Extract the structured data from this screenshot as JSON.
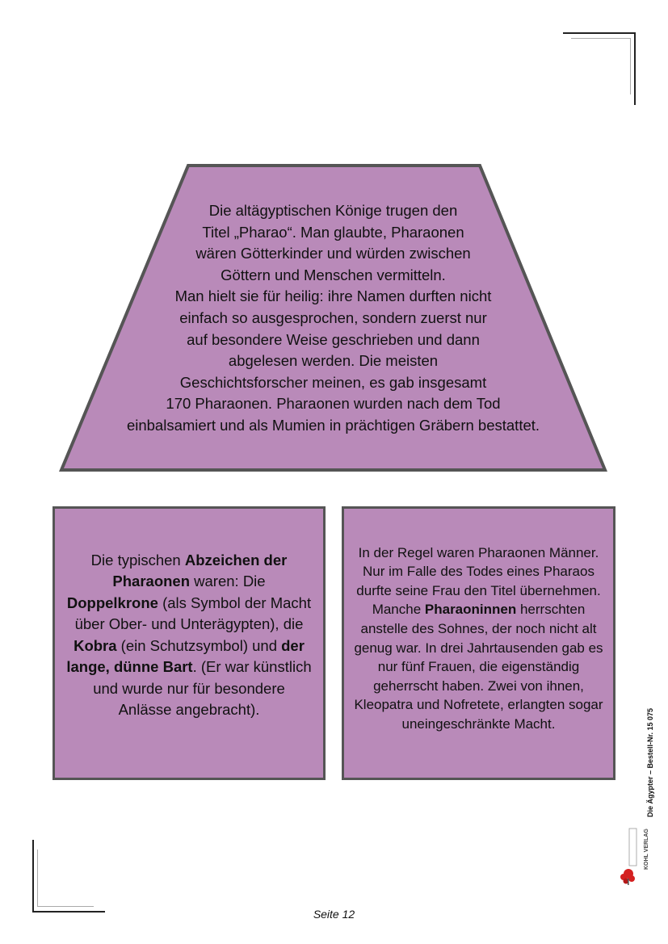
{
  "colors": {
    "fill": "#b98ab9",
    "border": "#555555"
  },
  "trapezoid": {
    "lines": [
      "Die altägyptischen Könige trugen den",
      "Titel „Pharao“. Man glaubte, Pharaonen",
      "wären Götterkinder und würden zwischen",
      "Göttern und Menschen vermitteln.",
      "Man hielt sie für heilig: ihre Namen durften nicht",
      "einfach so ausgesprochen, sondern zuerst nur",
      "auf besondere Weise geschrieben und dann",
      "abgelesen werden. Die meisten",
      "Geschichtsforscher meinen, es gab insgesamt",
      "170 Pharaonen. Pharaonen wurden nach dem Tod",
      "einbalsamiert und als Mumien in prächtigen Gräbern bestattet."
    ]
  },
  "box_left": {
    "t1": "Die typischen ",
    "b1": "Abzeichen der Pharaonen",
    "t2": " waren: Die ",
    "b2": "Doppelkrone",
    "t3": " (als Symbol der Macht über Ober- und Unterägypten), die ",
    "b3": "Kobra",
    "t4": " (ein Schutzsymbol) und ",
    "b4": "der lange, dünne Bart",
    "t5": ". (Er war künstlich und wurde nur für besondere Anlässe angebracht)."
  },
  "box_right": {
    "t1": "In der Regel waren Pharaonen Männer. Nur im Falle des Todes eines Pharaos durfte seine Frau den Titel übernehmen. Manche ",
    "b1": "Pharaoninnen",
    "t2": " herrschten anstelle des Sohnes, der noch nicht alt genug war. In drei Jahrtausenden gab es nur fünf Frauen, die eigenständig geherrscht haben. Zwei von ihnen, Kleopatra und Nofretete, erlangten sogar uneingeschränkte Macht."
  },
  "footer": {
    "side_text": "Die Ägypter  –  Bestell-Nr. 15 075",
    "publisher": "KOHL VERLAG",
    "page_number": "Seite 12"
  }
}
